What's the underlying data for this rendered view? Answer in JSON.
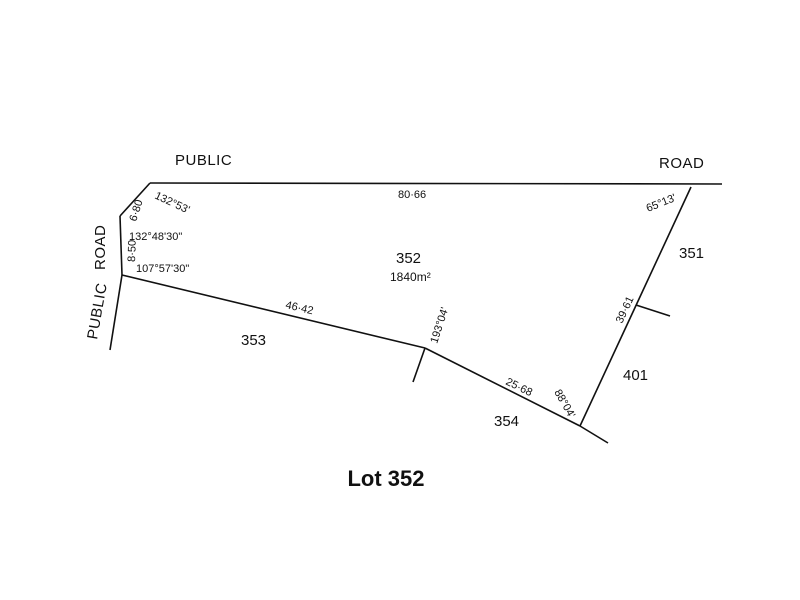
{
  "roads": {
    "top_left": "PUBLIC",
    "top_right": "ROAD",
    "left_upper": "ROAD",
    "left_lower": "PUBLIC"
  },
  "lots": {
    "main": "352",
    "main_area": "1840m²",
    "adj_353": "353",
    "adj_354": "354",
    "adj_351": "351",
    "adj_401": "401"
  },
  "measurements": {
    "top": "80·66",
    "left_upper": "6·80",
    "left_lower": "8·50",
    "bottom_left": "46·42",
    "bottom_right": "25·68",
    "right": "39·61"
  },
  "bearings": {
    "top_left_corner": "132°53'",
    "left_bend": "132°48'30\"",
    "bottom_left_corner": "107°57'30\"",
    "bottom_bend": "193°04'",
    "bottom_right_corner": "88°04'",
    "top_right_corner": "65°13'"
  },
  "title": "Lot 352"
}
